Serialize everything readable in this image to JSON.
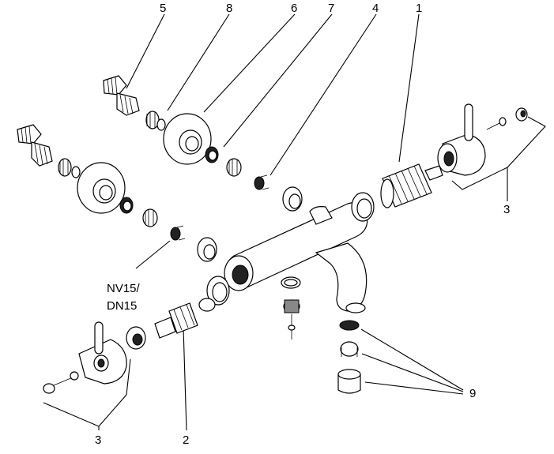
{
  "callouts": {
    "n1": "1",
    "n2": "2",
    "n3_right": "3",
    "n3_left": "3",
    "n4": "4",
    "n5": "5",
    "n6": "6",
    "n7": "7",
    "n8": "8",
    "n9": "9",
    "nv15": "NV15/",
    "dn15": "DN15"
  }
}
